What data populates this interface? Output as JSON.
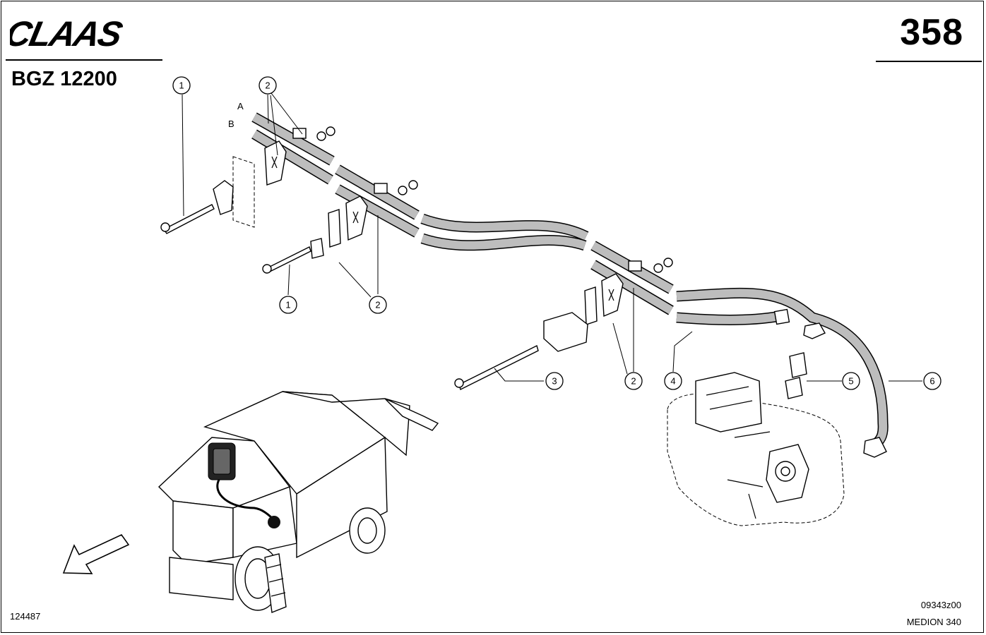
{
  "header": {
    "brand": "CLAAS",
    "page_number": "358",
    "model_code": "BGZ 12200"
  },
  "footer": {
    "doc_number": "124487",
    "drawing_code": "09343z00",
    "machine_name": "MEDION 340"
  },
  "diagram": {
    "line_labels": {
      "a": "A",
      "b": "B"
    },
    "callouts": [
      "1",
      "2",
      "1",
      "2",
      "3",
      "2",
      "4",
      "5",
      "6"
    ]
  },
  "colors": {
    "ink": "#000000",
    "hose_fill": "#bdbdbd",
    "paper": "#ffffff"
  }
}
